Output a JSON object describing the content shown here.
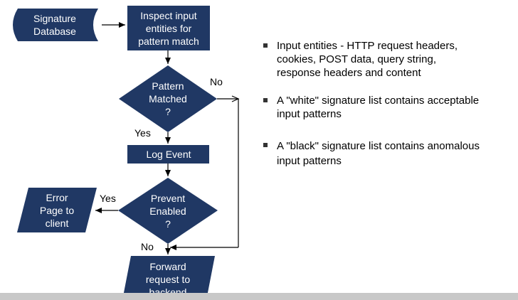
{
  "diagram": {
    "signature_db": [
      "Signature",
      "Database"
    ],
    "inspect": [
      "Inspect input",
      "entities for",
      "pattern match"
    ],
    "pattern_matched": [
      "Pattern",
      "Matched",
      "?"
    ],
    "no_label_1": "No",
    "yes_label_1": "Yes",
    "log_event": "Log Event",
    "prevent_enabled": [
      "Prevent",
      "Enabled",
      "?"
    ],
    "yes_label_2": "Yes",
    "error_page": [
      "Error",
      "Page to",
      "client"
    ],
    "no_label_2": "No",
    "forward": [
      "Forward",
      "request to",
      "backend"
    ],
    "colors": {
      "shape_fill": "#203864",
      "arrow": "#000000",
      "footer": "#c8c8c8"
    }
  },
  "notes": {
    "bullet_1": [
      "Input entities - HTTP request headers,",
      "cookies, POST data, query string,",
      "response headers and content"
    ],
    "bullet_2": [
      "A \"white\" signature list contains acceptable",
      "input patterns"
    ],
    "bullet_3": [
      "A \"black\" signature list contains anomalous",
      "input patterns"
    ]
  }
}
